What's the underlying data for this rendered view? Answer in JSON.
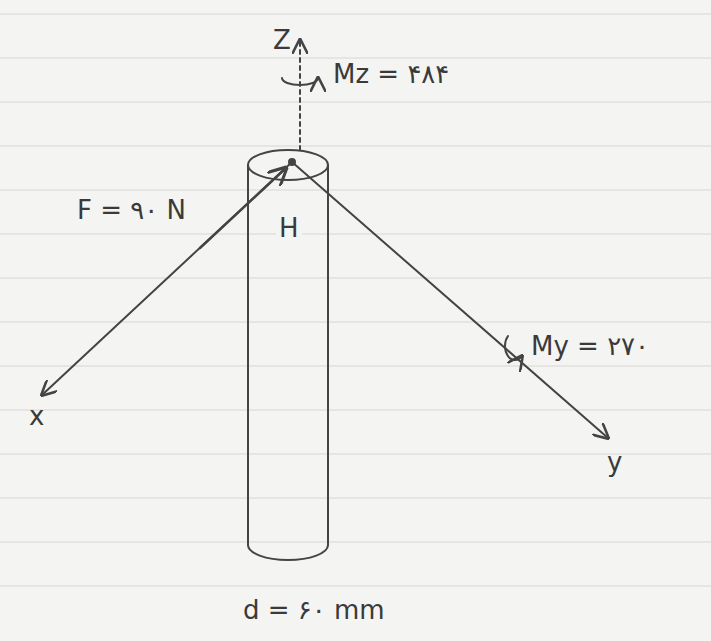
{
  "diagram": {
    "labels": [
      "Z",
      "Mz = ۴۸۴",
      "F = ۹۰ N",
      "H",
      "My = ۲۷۰",
      "x",
      "y",
      "d = ۶۰ mm"
    ]
  }
}
